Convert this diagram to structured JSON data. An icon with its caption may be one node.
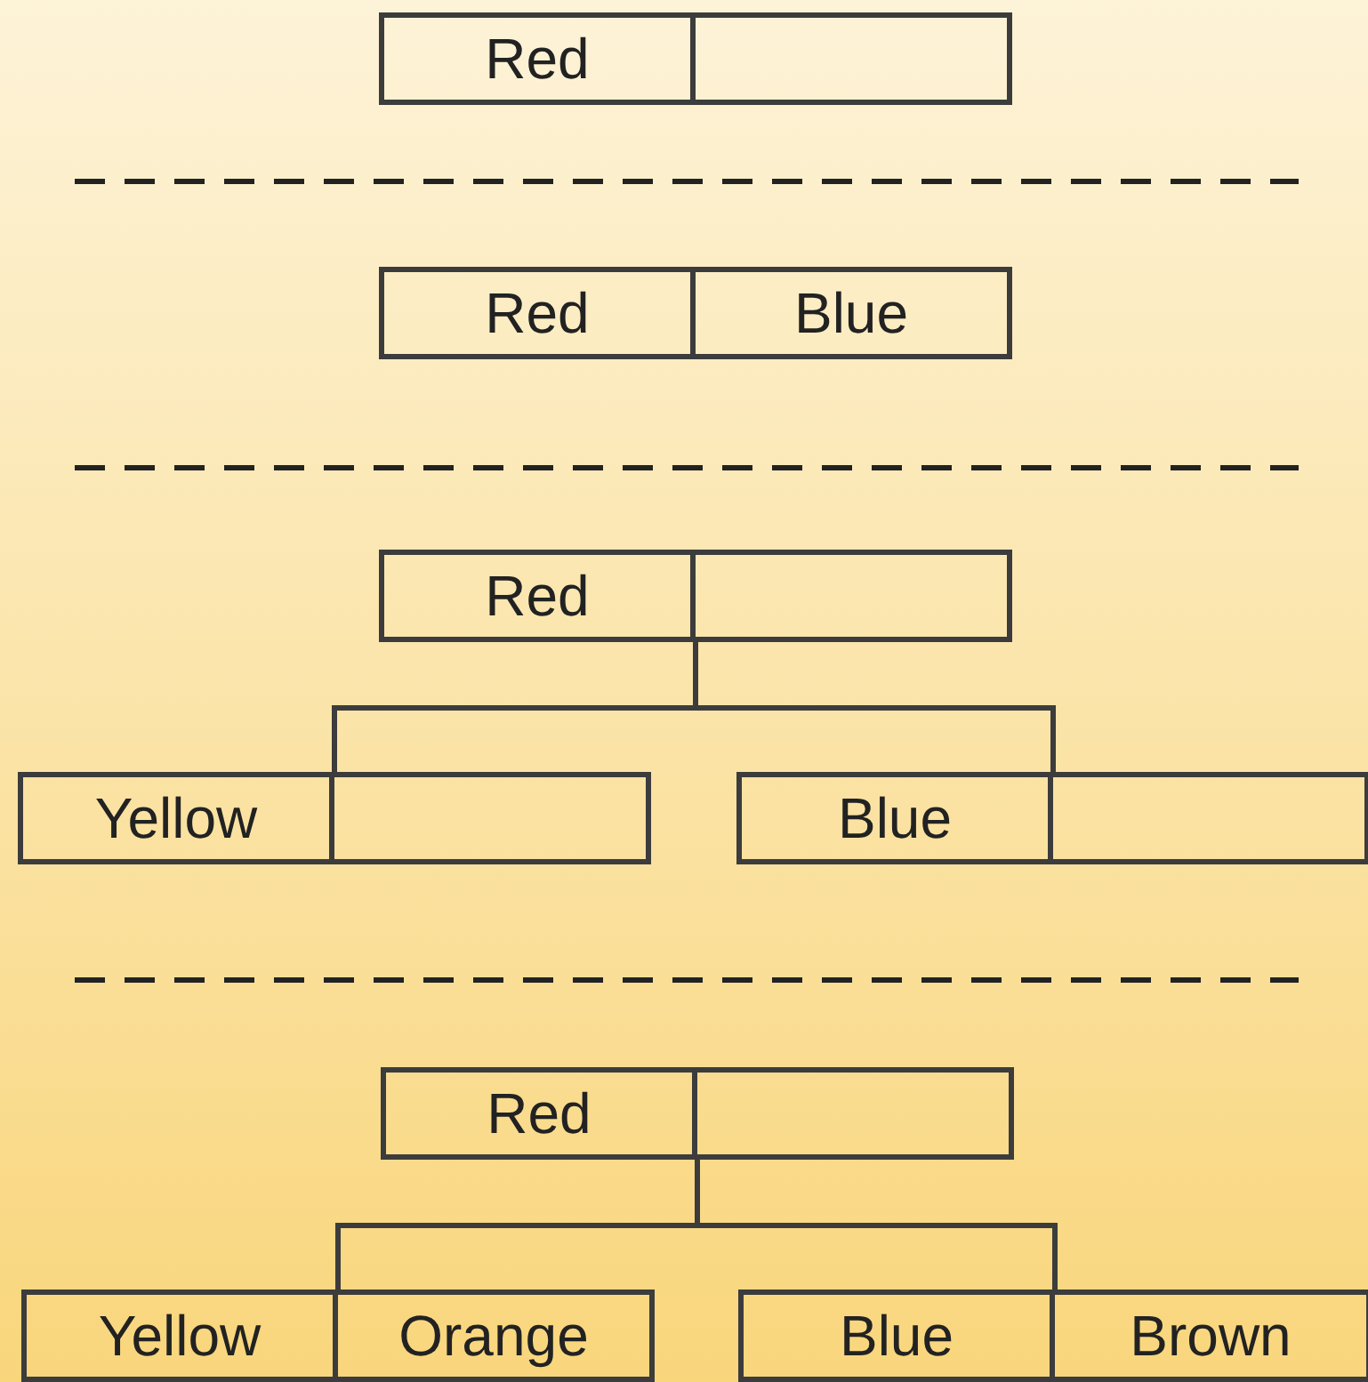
{
  "diagram": {
    "nodes": [
      {
        "text": [
          "Red"
        ]
      },
      {
        "text": [
          "Red",
          "Blue"
        ]
      },
      {
        "text": [
          "Red"
        ]
      },
      {
        "text": [
          "Yellow"
        ]
      },
      {
        "text": [
          "Blue"
        ]
      },
      {
        "text": [
          "Red"
        ]
      },
      {
        "text": [
          "Yellow",
          "Orange"
        ]
      },
      {
        "text": [
          "Blue",
          "Brown"
        ]
      }
    ],
    "edges": [
      {
        "from": 2,
        "to": 3,
        "arrow": "none"
      },
      {
        "from": 2,
        "to": 4,
        "arrow": "none"
      },
      {
        "from": 5,
        "to": 6,
        "arrow": "none"
      },
      {
        "from": 5,
        "to": 7,
        "arrow": "none"
      }
    ]
  }
}
